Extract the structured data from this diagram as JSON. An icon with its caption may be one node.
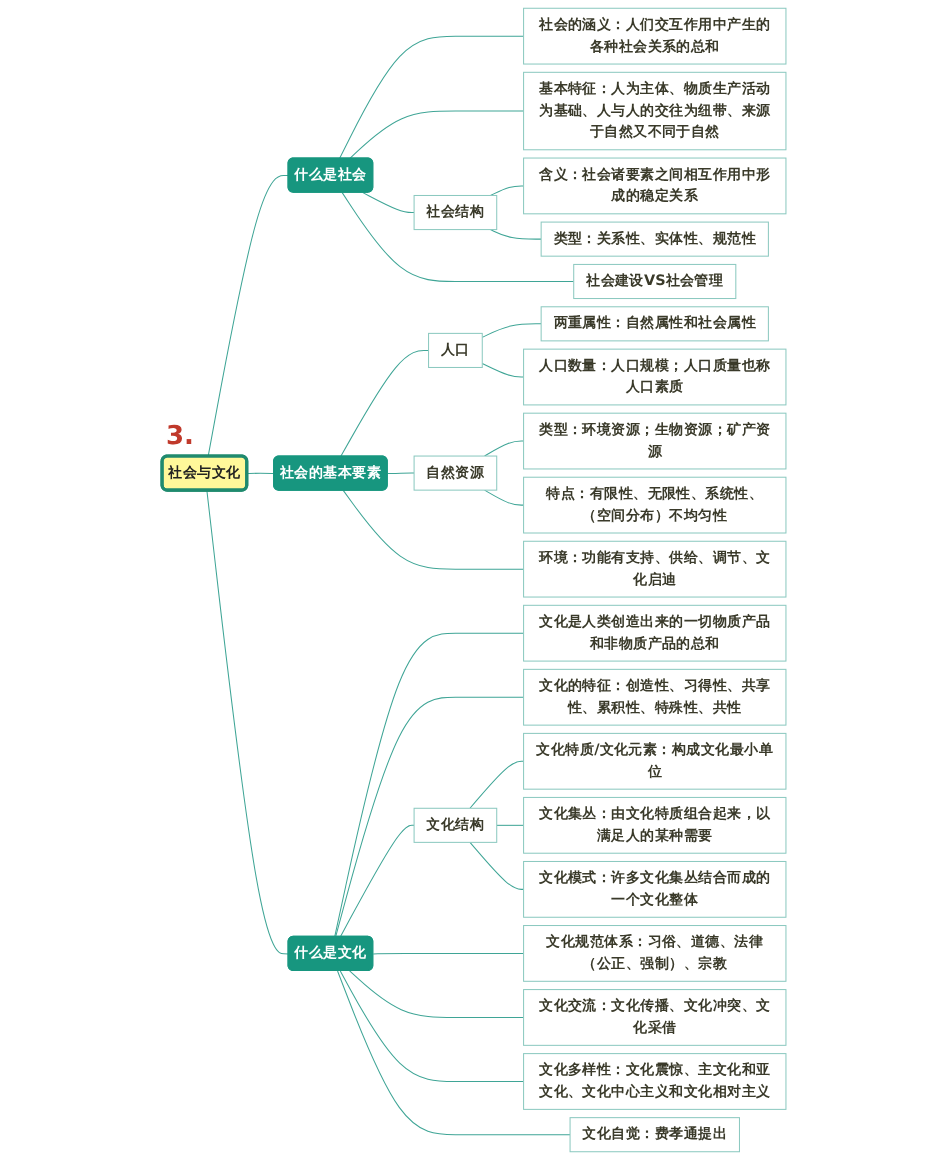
{
  "diagram": {
    "nodes": [
      {
        "text": [
          "社会与文化"
        ],
        "beside": [
          "3."
        ]
      },
      {
        "text": [
          "什么是社会"
        ]
      },
      {
        "text": [
          "社会的涵义：人们交互作用中产生的各种社会关系的总和"
        ]
      },
      {
        "text": [
          "基本特征：人为主体、物质生产活动为基础、人与人的交往为纽带、来源于自然又不同于自然"
        ]
      },
      {
        "text": [
          "社会结构"
        ]
      },
      {
        "text": [
          "含义：社会诸要素之间相互作用中形成的稳定关系"
        ]
      },
      {
        "text": [
          "类型：关系性、实体性、规范性"
        ]
      },
      {
        "text": [
          "社会建设VS社会管理"
        ]
      },
      {
        "text": [
          "社会的基本要素"
        ]
      },
      {
        "text": [
          "人口"
        ]
      },
      {
        "text": [
          "两重属性：自然属性和社会属性"
        ]
      },
      {
        "text": [
          "人口数量：人口规模；人口质量也称人口素质"
        ]
      },
      {
        "text": [
          "自然资源"
        ]
      },
      {
        "text": [
          "类型：环境资源；生物资源；矿产资源"
        ]
      },
      {
        "text": [
          "特点：有限性、无限性、系统性、（空间分布）不均匀性"
        ]
      },
      {
        "text": [
          "环境：功能有支持、供给、调节、文化启迪"
        ]
      },
      {
        "text": [
          "什么是文化"
        ]
      },
      {
        "text": [
          "文化是人类创造出来的一切物质产品和非物质产品的总和"
        ]
      },
      {
        "text": [
          "文化的特征：创造性、习得性、共享性、累积性、特殊性、共性"
        ]
      },
      {
        "text": [
          "文化结构"
        ]
      },
      {
        "text": [
          "文化特质/文化元素：构成文化最小单位"
        ]
      },
      {
        "text": [
          "文化集丛：由文化特质组合起来，以满足人的某种需要"
        ]
      },
      {
        "text": [
          "文化模式：许多文化集丛结合而成的一个文化整体"
        ]
      },
      {
        "text": [
          "文化规范体系：习俗、道德、法律（公正、强制）、宗教"
        ]
      },
      {
        "text": [
          "文化交流：文化传播、文化冲突、文化采借"
        ]
      },
      {
        "text": [
          "文化多样性：文化震惊、主文化和亚文化、文化中心主义和文化相对主义"
        ]
      },
      {
        "text": [
          "文化自觉：费孝通提出"
        ]
      }
    ],
    "edges": [
      {
        "from": 0,
        "to": 1,
        "arrow": "none"
      },
      {
        "from": 1,
        "to": 2,
        "arrow": "none"
      },
      {
        "from": 1,
        "to": 3,
        "arrow": "none"
      },
      {
        "from": 1,
        "to": 4,
        "arrow": "none"
      },
      {
        "from": 4,
        "to": 5,
        "arrow": "none"
      },
      {
        "from": 4,
        "to": 6,
        "arrow": "none"
      },
      {
        "from": 1,
        "to": 7,
        "arrow": "none"
      },
      {
        "from": 0,
        "to": 8,
        "arrow": "none"
      },
      {
        "from": 8,
        "to": 9,
        "arrow": "none"
      },
      {
        "from": 9,
        "to": 10,
        "arrow": "none"
      },
      {
        "from": 9,
        "to": 11,
        "arrow": "none"
      },
      {
        "from": 8,
        "to": 12,
        "arrow": "none"
      },
      {
        "from": 12,
        "to": 13,
        "arrow": "none"
      },
      {
        "from": 12,
        "to": 14,
        "arrow": "none"
      },
      {
        "from": 8,
        "to": 15,
        "arrow": "none"
      },
      {
        "from": 0,
        "to": 16,
        "arrow": "none"
      },
      {
        "from": 16,
        "to": 17,
        "arrow": "none"
      },
      {
        "from": 16,
        "to": 18,
        "arrow": "none"
      },
      {
        "from": 16,
        "to": 19,
        "arrow": "none"
      },
      {
        "from": 19,
        "to": 20,
        "arrow": "none"
      },
      {
        "from": 19,
        "to": 21,
        "arrow": "none"
      },
      {
        "from": 19,
        "to": 22,
        "arrow": "none"
      },
      {
        "from": 16,
        "to": 23,
        "arrow": "none"
      },
      {
        "from": 16,
        "to": 24,
        "arrow": "none"
      },
      {
        "from": 16,
        "to": 25,
        "arrow": "none"
      },
      {
        "from": 16,
        "to": 26,
        "arrow": "none"
      }
    ]
  }
}
